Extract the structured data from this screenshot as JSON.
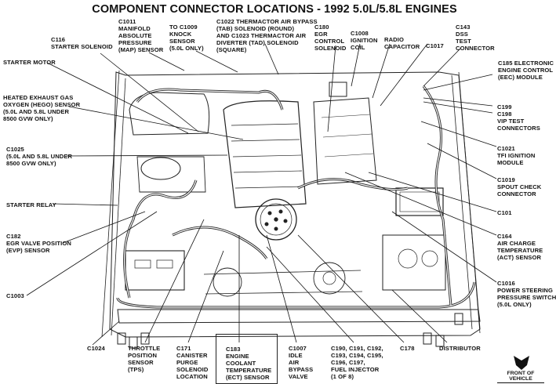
{
  "title": "COMPONENT CONNECTOR LOCATIONS - 1992 5.0L/5.8L ENGINES",
  "labels": {
    "c1011": "C1011\nMANIFOLD\nABSOLUTE\nPRESSURE\n(MAP) SENSOR",
    "c1009": "TO C1009\nKNOCK\nSENSOR\n(5.0L ONLY)",
    "c1022": "C1022 THERMACTOR AIR BYPASS\n(TAB) SOLENOID (ROUND)\nAND C1023 THERMACTOR AIR\nDIVERTER (TAD) SOLENOID\n(SQUARE)",
    "c180": "C180\nEGR\nCONTROL\nSOLENOID",
    "c1008": "C1008\nIGNITION\nCOIL",
    "radio_cap": "RADIO\nCAPACITOR",
    "c1017": "C1017",
    "c143": "C143\nDSS\nTEST\nCONNECTOR",
    "c116": "C116\nSTARTER SOLENOID",
    "starter_motor": "STARTER MOTOR",
    "hego": "HEATED EXHAUST GAS\nOXYGEN (HEGO) SENSOR\n(5.0L AND 5.8L UNDER\n8500 GVW ONLY)",
    "c1025": "C1025\n(5.0L AND 5.8L UNDER\n8500 GVW ONLY)",
    "starter_relay": "STARTER RELAY",
    "c182": "C182\nEGR VALVE POSITION\n(EVP) SENSOR",
    "c1003": "C1003",
    "c185": "C185 ELECTRONIC\nENGINE CONTROL\n(EEC) MODULE",
    "c199": "C199",
    "c198": "C198\nVIP TEST\nCONNECTORS",
    "c1021": "C1021\nTFI IGNITION\nMODULE",
    "c1019": "C1019\nSPOUT CHECK\nCONNECTOR",
    "c101": "C101",
    "c164": "C164\nAIR CHARGE\nTEMPERATURE\n(ACT) SENSOR",
    "c1016": "C1016\nPOWER STEERING\nPRESSURE SWITCH\n(5.0L ONLY)",
    "c1024": "C1024",
    "tps": "THROTTLE\nPOSITION\nSENSOR\n(TPS)",
    "c171": "C171\nCANISTER\nPURGE\nSOLENOID\nLOCATION",
    "c183": "C183\nENGINE\nCOOLANT\nTEMPERATURE\n(ECT) SENSOR",
    "c1007": "C1007\nIDLE\nAIR\nBYPASS\nVALVE",
    "injectors": "C190, C191, C192,\nC193, C194, C195,\nC196, C197,\nFUEL INJECTOR\n(1 OF 8)",
    "c178": "C178",
    "distributor": "DISTRIBUTOR"
  },
  "front_of_vehicle": "FRONT OF VEHICLE",
  "colors": {
    "ink": "#111111",
    "paper": "#ffffff"
  }
}
